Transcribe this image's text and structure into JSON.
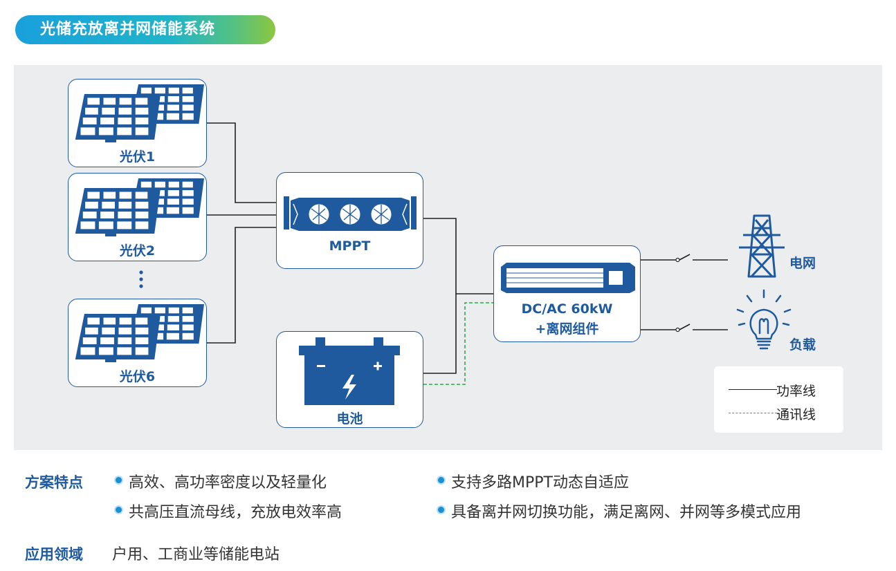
{
  "title": "光储充放离并网储能系统",
  "nodes": {
    "pv1": "光伏1",
    "pv2": "光伏2",
    "pv6": "光伏6",
    "mppt": "MPPT",
    "battery": "电池",
    "pcs_line1": "DC/AC 60kW",
    "pcs_line2": "+离网组件",
    "grid": "电网",
    "load": "负载"
  },
  "legend": {
    "power": "功率线",
    "comm": "通讯线"
  },
  "colors": {
    "primary": "#1f5a9e",
    "power_line": "#222222",
    "comm_line": "#2bab4a",
    "accent": "#1a8fd6"
  },
  "features": {
    "label": "方案特点",
    "items": [
      "高效、高功率密度以及轻量化",
      "共高压直流母线，充放电效率高",
      "支持多路MPPT动态自适应",
      "具备离并网切换功能，满足离网、并网等多模式应用"
    ]
  },
  "applications": {
    "label": "应用领域",
    "text": "户用、工商业等储能电站"
  }
}
